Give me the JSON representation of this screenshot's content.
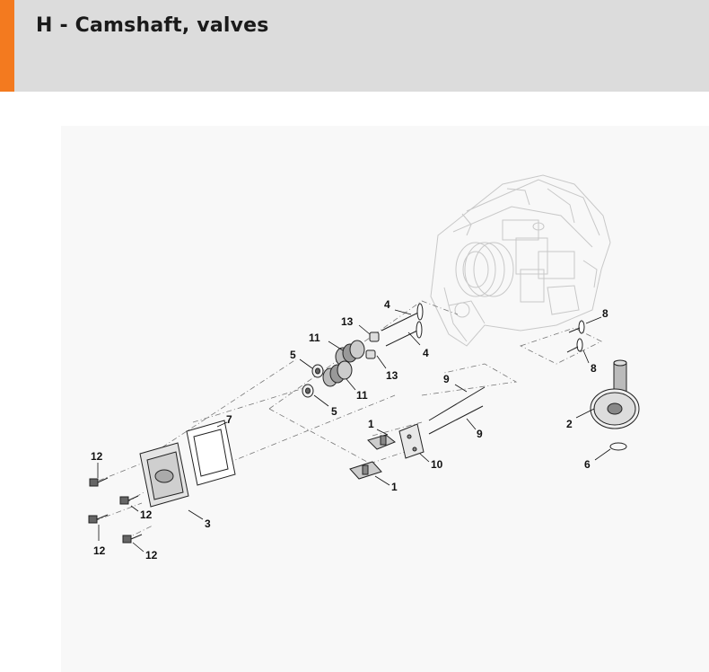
{
  "header": {
    "title": "H - Camshaft, valves",
    "accent_color": "#f37a1f",
    "background_color": "#dcdcdc"
  },
  "diagram": {
    "callouts": [
      {
        "id": "c1a",
        "label": "1"
      },
      {
        "id": "c1b",
        "label": "1"
      },
      {
        "id": "c2",
        "label": "2"
      },
      {
        "id": "c3",
        "label": "3"
      },
      {
        "id": "c4a",
        "label": "4"
      },
      {
        "id": "c4b",
        "label": "4"
      },
      {
        "id": "c5a",
        "label": "5"
      },
      {
        "id": "c5b",
        "label": "5"
      },
      {
        "id": "c6",
        "label": "6"
      },
      {
        "id": "c7",
        "label": "7"
      },
      {
        "id": "c8a",
        "label": "8"
      },
      {
        "id": "c8b",
        "label": "8"
      },
      {
        "id": "c9a",
        "label": "9"
      },
      {
        "id": "c9b",
        "label": "9"
      },
      {
        "id": "c10",
        "label": "10"
      },
      {
        "id": "c11a",
        "label": "11"
      },
      {
        "id": "c11b",
        "label": "11"
      },
      {
        "id": "c12a",
        "label": "12"
      },
      {
        "id": "c12b",
        "label": "12"
      },
      {
        "id": "c12c",
        "label": "12"
      },
      {
        "id": "c12d",
        "label": "12"
      },
      {
        "id": "c13a",
        "label": "13"
      },
      {
        "id": "c13b",
        "label": "13"
      }
    ]
  }
}
